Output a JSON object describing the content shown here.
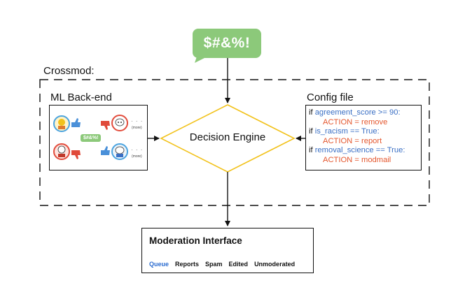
{
  "input": {
    "text": "$#&%!"
  },
  "crossmod": {
    "label": "Crossmod:"
  },
  "ml_backend": {
    "label": "ML Back-end",
    "more_top": "(more)",
    "more_bottom": "(more)",
    "dots": "· · ·",
    "mini_bubble": "$#&%!"
  },
  "config": {
    "label": "Config file",
    "lines": [
      {
        "kw": "if ",
        "cond": "agreement_score >= 90:"
      },
      {
        "action": "ACTION = remove"
      },
      {
        "kw": "if ",
        "cond": "is_racism == True:"
      },
      {
        "action": "ACTION = report"
      },
      {
        "kw": "if ",
        "cond": "removal_science == True:"
      },
      {
        "action": "ACTION = modmail"
      }
    ]
  },
  "decision": {
    "label": "Decision Engine"
  },
  "moderation": {
    "title": "Moderation Interface",
    "tabs": [
      "Queue",
      "Reports",
      "Spam",
      "Edited",
      "Unmoderated"
    ],
    "active_tab": "Queue"
  },
  "colors": {
    "bubble": "#8cc97a",
    "diamond": "#f2c21b",
    "condition": "#3a6fc4",
    "action": "#e4572e",
    "active_tab": "#2b6cd0",
    "thumb_up": "#4a90d9",
    "thumb_down": "#e04a3a",
    "avatar_border_blue": "#4aa3df",
    "avatar_border_red": "#e24b3b"
  },
  "icons": [
    "thumb-up-icon",
    "thumb-down-icon",
    "reddit-avatar-icon",
    "arrow-icon"
  ]
}
